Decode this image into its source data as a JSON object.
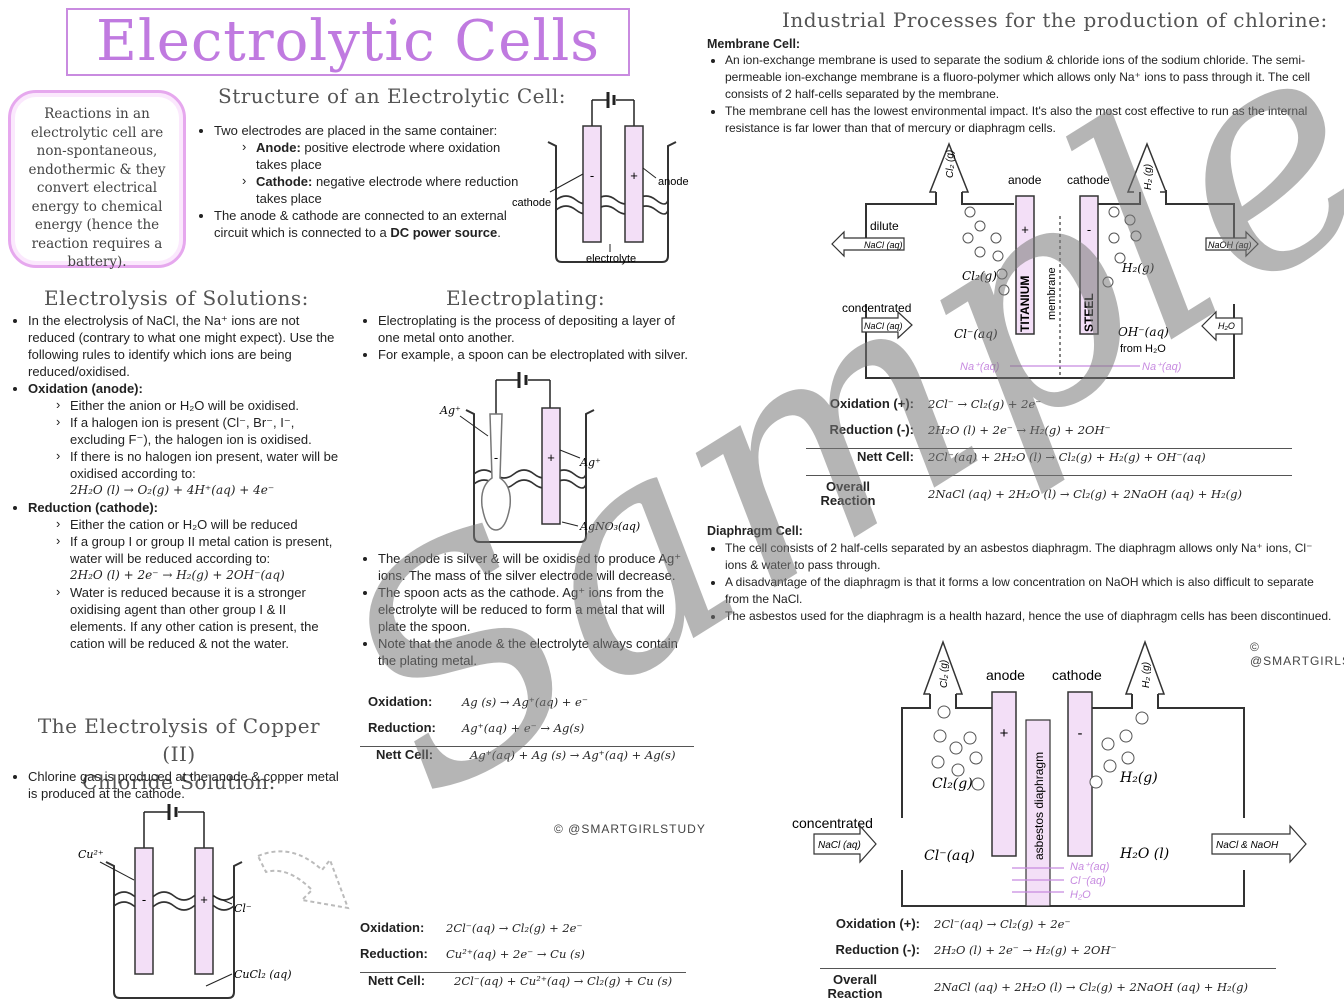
{
  "title": "Electrolytic Cells",
  "definition": "Reactions in an electrolytic cell are non-spontaneous, endothermic & they convert electrical energy to chemical energy (hence the reaction requires a battery).",
  "structure": {
    "heading": "Structure of an Electrolytic Cell:",
    "b1": "Two electrodes are placed in the same container:",
    "anode_label": "Anode:",
    "anode_text": " positive electrode where oxidation takes place",
    "cathode_label": "Cathode:",
    "cathode_text": " negative electrode where reduction takes place",
    "b2": "The anode & cathode are connected to an external circuit which is connected to a ",
    "b2_bold": "DC power source",
    "diagram": {
      "cathode": "cathode",
      "anode": "anode",
      "electrolyte": "electrolyte",
      "minus": "-",
      "plus": "+"
    }
  },
  "solutions": {
    "heading": "Electrolysis of Solutions:",
    "b1": "In the electrolysis of NaCl, the Na⁺ ions are not reduced (contrary to what one might expect). Use the following rules to identify which ions are being reduced/oxidised.",
    "ox_heading": "Oxidation (anode):",
    "ox1": "Either the anion or H₂O will be oxidised.",
    "ox2": "If a halogen ion is present (Cl⁻, Br⁻, I⁻, excluding F⁻), the halogen ion is oxidised.",
    "ox3": "If there is no halogen ion present, water will be oxidised according to:",
    "ox3_eq": "2H₂O (l) → O₂(g) + 4H⁺(aq) + 4e⁻",
    "red_heading": "Reduction (cathode):",
    "red1": "Either the cation or H₂O will be reduced",
    "red2": "If a group I or group II metal cation is present, water will be reduced according to:",
    "red2_eq": "2H₂O (l) + 2e⁻ → H₂(g) + 2OH⁻(aq)",
    "red3": "Water is reduced because it is a stronger oxidising agent than other group I & II elements. If any other cation is present, the cation will be reduced & not the water."
  },
  "copper": {
    "heading1": "The Electrolysis of Copper (II)",
    "heading2": "Chloride Solution:",
    "b1": "Chlorine gas is produced at the anode & copper metal is produced at the cathode.",
    "diagram": {
      "cu": "Cu²⁺",
      "cl": "Cl⁻",
      "cucl2": "CuCl₂ (aq)",
      "minus": "-",
      "plus": "+"
    },
    "eqs": [
      {
        "label": "Oxidation:",
        "eq": "2Cl⁻(aq) → Cl₂(g) + 2e⁻"
      },
      {
        "label": "Reduction:",
        "eq": "Cu²⁺(aq) + 2e⁻ → Cu (s)"
      },
      {
        "label": "Nett Cell:",
        "eq": "2Cl⁻(aq) + Cu²⁺(aq) → Cl₂(g) + Cu (s)"
      }
    ]
  },
  "electroplating": {
    "heading": "Electroplating:",
    "b1": "Electroplating is the process of depositing a layer of one metal onto another.",
    "b2": "For example, a spoon can be electroplated with silver.",
    "b3": "The anode is silver & will be oxidised to produce Ag⁺ ions. The mass of the silver electrode will decrease.",
    "b4": "The spoon acts as the cathode. Ag⁺ ions from the electrolyte will be reduced to form a metal that will plate the spoon.",
    "b5": "Note that the anode & the electrolyte always contain the plating metal.",
    "diagram": {
      "ag1": "Ag⁺",
      "ag2": "Ag⁺",
      "agno3": "AgNO₃(aq)",
      "minus": "-",
      "plus": "+"
    },
    "eqs": [
      {
        "label": "Oxidation:",
        "eq": "Ag (s) → Ag⁺(aq) + e⁻"
      },
      {
        "label": "Reduction:",
        "eq": "Ag⁺(aq) + e⁻ → Ag(s)"
      },
      {
        "label": "Nett Cell:",
        "eq": "Ag⁺(aq) + Ag (s) → Ag⁺(aq) + Ag(s)"
      }
    ],
    "credit": "© @SMARTGIRLSTUDY"
  },
  "industrial": {
    "heading": "Industrial Processes for the production of chlorine:",
    "membrane_heading": "Membrane Cell:",
    "m1": "An ion-exchange membrane is used to separate the sodium & chloride ions of the sodium chloride. The semi-permeable ion-exchange membrane is a fluoro-polymer which allows only Na⁺ ions to pass through it. The cell consists of 2 half-cells separated by the membrane.",
    "m2": "The membrane cell has the lowest environmental impact. It's also the most cost effective to run as the internal resistance is far lower than that of mercury or diaphragm cells.",
    "membrane_diagram": {
      "anode": "anode",
      "cathode": "cathode",
      "dilute": "dilute",
      "nacl": "NaCl (aq)",
      "naoh": "NaOH (aq)",
      "concentrated": "concentrated",
      "nacl2": "NaCl (aq)",
      "h2o": "H₂O",
      "cl2_out": "Cl₂ (g)",
      "h2_out": "H₂ (g)",
      "cl2g": "Cl₂(g)",
      "h2g": "H₂(g)",
      "cl_aq": "Cl⁻(aq)",
      "oh_aq": "OH⁻(aq)",
      "from_h2o": "from H₂O",
      "titanium": "TITANIUM",
      "steel": "STEEL",
      "membrane": "membrane",
      "na1": "Na⁺(aq)",
      "na2": "Na⁺(aq)",
      "plus": "+",
      "minus": "-"
    },
    "membrane_eqs": [
      {
        "label": "Oxidation (+):",
        "eq": "2Cl⁻ → Cl₂(g) + 2e⁻"
      },
      {
        "label": "Reduction (-):",
        "eq": "2H₂O (l) + 2e⁻ → H₂(g) + 2OH⁻"
      },
      {
        "label": "Nett Cell:",
        "eq": "2Cl⁻(aq) + 2H₂O (l) → Cl₂(g) + H₂(g) + OH⁻(aq)"
      },
      {
        "label": "Overall Reaction",
        "eq": "2NaCl (aq) + 2H₂O (l) → Cl₂(g) + 2NaOH (aq) + H₂(g)"
      }
    ],
    "diaphragm_heading": "Diaphragm Cell:",
    "d1": "The cell consists of 2 half-cells separated by an asbestos diaphragm. The diaphragm allows only Na⁺ ions, Cl⁻ ions & water to pass through.",
    "d2": "A disadvantage of the diaphragm is that it forms a low concentration on NaOH which is also difficult to separate from the NaCl.",
    "d3": "The asbestos used for the diaphragm is a health hazard, hence the use of diaphragm cells has been discontinued.",
    "credit": "© @SMARTGIRLSTUDY",
    "diaphragm_diagram": {
      "anode": "anode",
      "cathode": "cathode",
      "cl2_out": "Cl₂ (g)",
      "h2_out": "H₂ (g)",
      "cl2g": "Cl₂(g)",
      "h2g": "H₂(g)",
      "cl_aq": "Cl⁻(aq)",
      "h2o_l": "H₂O (l)",
      "concentrated": "concentrated",
      "nacl": "NaCl (aq)",
      "nacl_naoh": "NaCl & NaOH",
      "asbestos": "asbestos diaphragm",
      "na": "Na⁺(aq)",
      "cl": "Cl⁻(aq)",
      "h2o": "H₂O",
      "plus": "+",
      "minus": "-"
    },
    "diaphragm_eqs": [
      {
        "label": "Oxidation (+):",
        "eq": "2Cl⁻(aq) → Cl₂(g) + 2e⁻"
      },
      {
        "label": "Reduction (-):",
        "eq": "2H₂O (l) + 2e⁻ → H₂(g) + 2OH⁻"
      },
      {
        "label": "Overall Reaction",
        "eq": "2NaCl (aq) + 2H₂O (l) → Cl₂(g) + 2NaOH (aq) + H₂(g)"
      }
    ]
  },
  "watermark": "Sample"
}
